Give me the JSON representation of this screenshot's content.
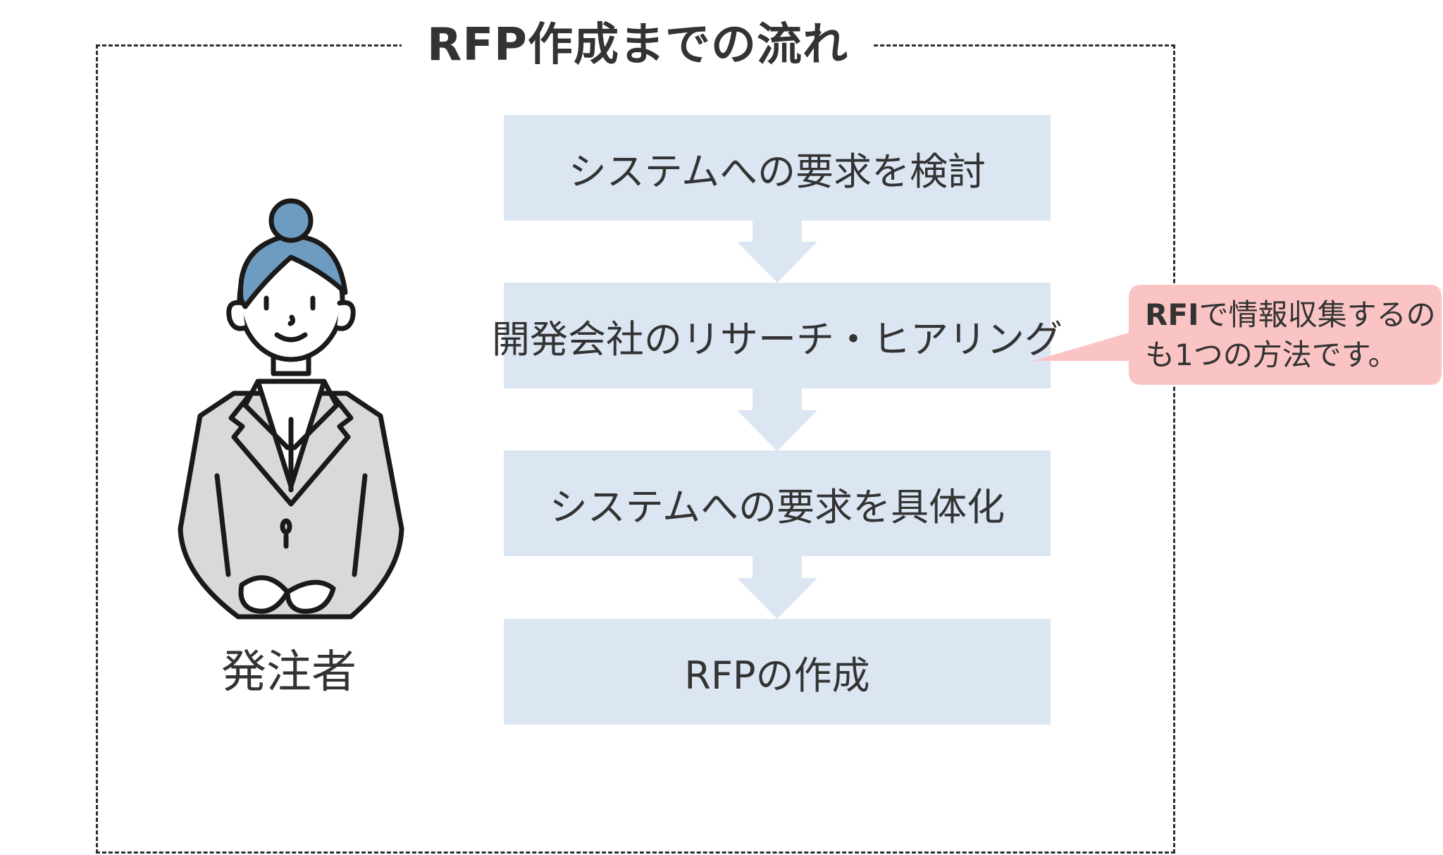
{
  "title": "RFP作成までの流れ",
  "steps": [
    "システムへの要求を検討",
    "開発会社のリサーチ・ヒアリング",
    "システムへの要求を具体化",
    "RFPの作成"
  ],
  "person": {
    "label": "発注者",
    "hair_color": "#6e9bc0",
    "jacket_color": "#d9d9d9"
  },
  "callout": {
    "strong": "RFI",
    "rest": "で情報収集するのも1つの方法です。",
    "color": "#fbc4c4"
  },
  "colors": {
    "step_fill": "#dce6f2",
    "frame_border": "#2e2e2e",
    "text": "#333333"
  }
}
